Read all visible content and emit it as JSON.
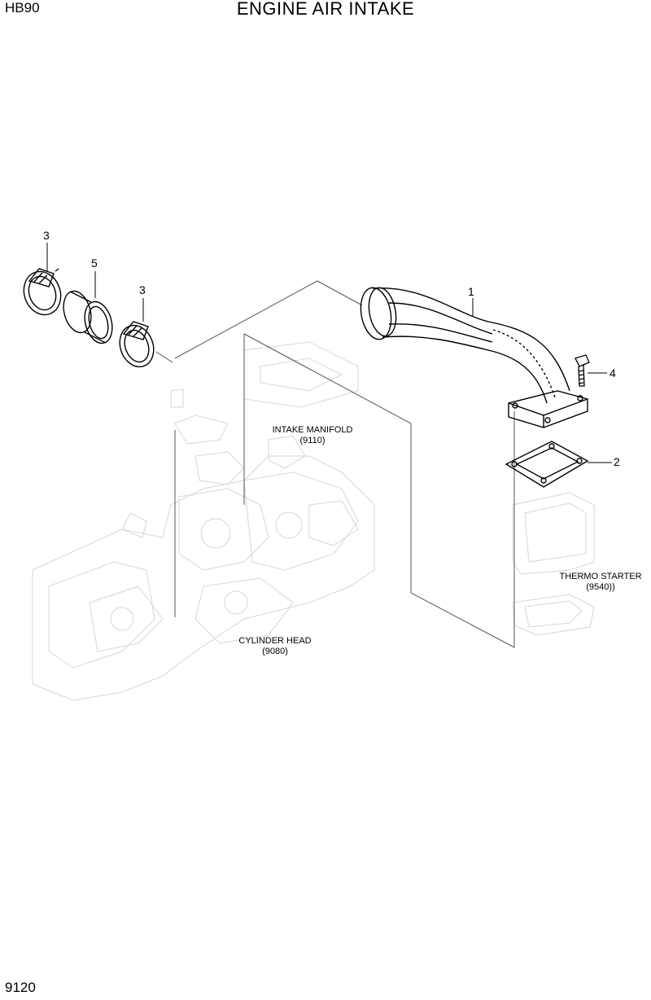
{
  "header": {
    "model": "HB90",
    "title": "ENGINE AIR INTAKE"
  },
  "footer": {
    "page_number": "9120"
  },
  "callouts": [
    "1",
    "2",
    "3",
    "3",
    "4",
    "5"
  ],
  "reference_labels": {
    "intake_manifold": {
      "name": "INTAKE MANIFOLD",
      "code": "(9110)"
    },
    "thermo_starter": {
      "name": "THERMO STARTER",
      "code": "(9540))"
    },
    "cylinder_head": {
      "name": "CYLINDER HEAD",
      "code": "(9080)"
    }
  }
}
